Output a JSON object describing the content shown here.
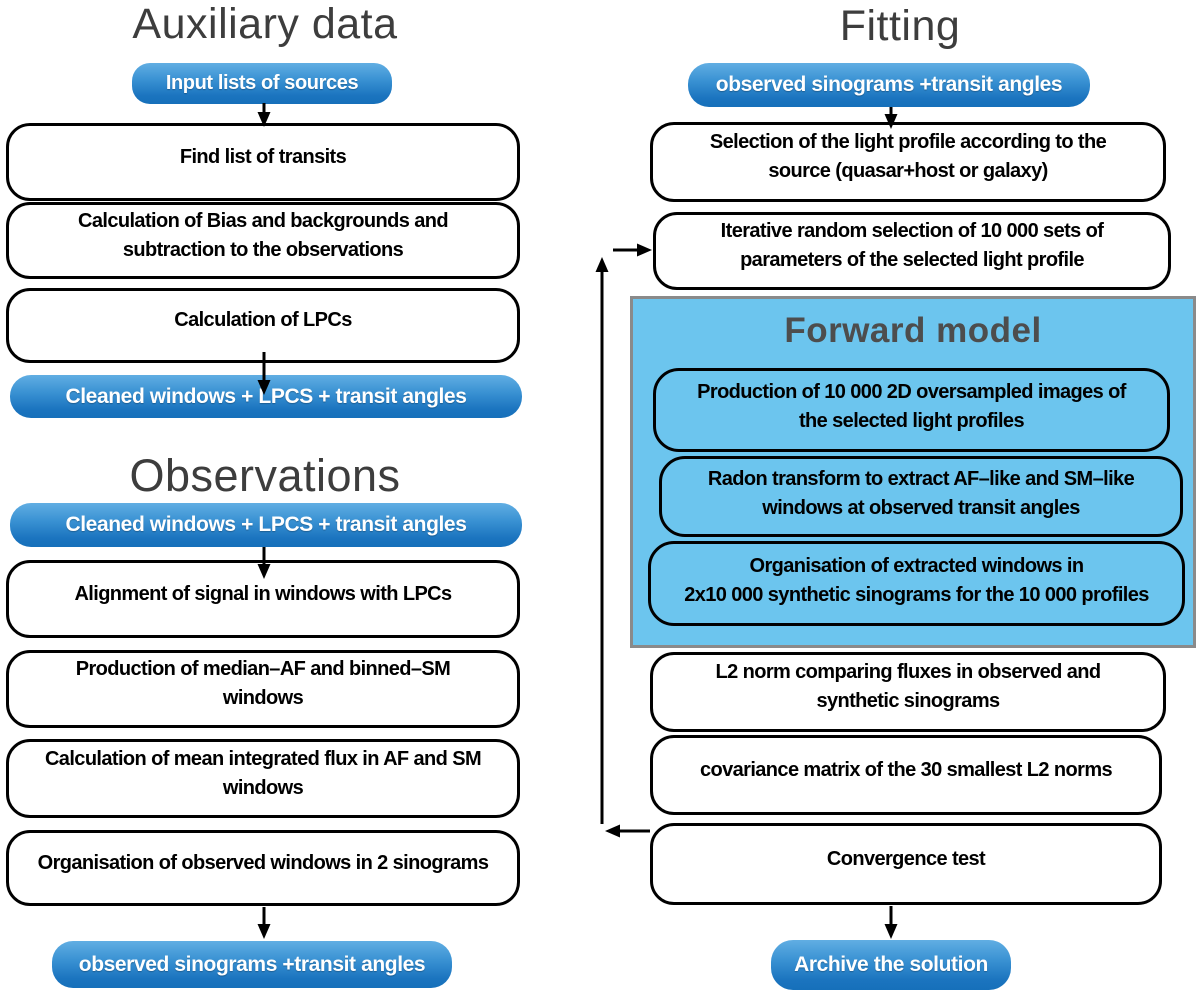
{
  "aux": {
    "title": "Auxiliary data",
    "input_pill": "Input lists of sources",
    "boxes": [
      "Find list of transits",
      "Calculation of Bias and backgrounds and\nsubtraction to the observations",
      "Calculation of LPCs"
    ],
    "output_pill": "Cleaned windows + LPCS + transit angles"
  },
  "observations": {
    "title": "Observations",
    "input_pill": "Cleaned windows + LPCS + transit angles",
    "boxes": [
      "Alignment of signal in windows with LPCs",
      "Production of median–AF and binned–SM\nwindows",
      "Calculation of mean integrated flux in AF and SM\nwindows",
      "Organisation of observed windows in 2 sinograms"
    ],
    "output_pill": "observed sinograms +transit angles"
  },
  "fitting": {
    "title": "Fitting",
    "input_pill": "observed sinograms +transit angles",
    "boxes": [
      "Selection of the light profile according to the\nsource (quasar+host or galaxy)",
      "Iterative random selection of 10 000 sets of\nparameters of the selected light profile"
    ],
    "forward_model": {
      "title": "Forward model",
      "boxes": [
        "Production of 10 000 2D oversampled images of\nthe selected light profiles",
        "Radon transform to extract AF–like and SM–like\nwindows at observed transit angles",
        "Organisation of extracted windows in\n2x10 000 synthetic sinograms for the 10 000 profiles"
      ]
    },
    "post_boxes": [
      "L2 norm comparing fluxes in observed and\nsynthetic sinograms",
      "covariance matrix of the 30 smallest L2 norms",
      "Convergence test"
    ],
    "output_pill": "Archive the solution"
  },
  "colors": {
    "pill_gradient_top": "#61aee3",
    "pill_gradient_bottom": "#1670ba",
    "forward_panel_fill": "#6cc5ee",
    "forward_panel_border": "#8a8a8a",
    "section_title_gray": "#3d3d3d",
    "box_border": "#000000",
    "arrow": "#000000"
  }
}
